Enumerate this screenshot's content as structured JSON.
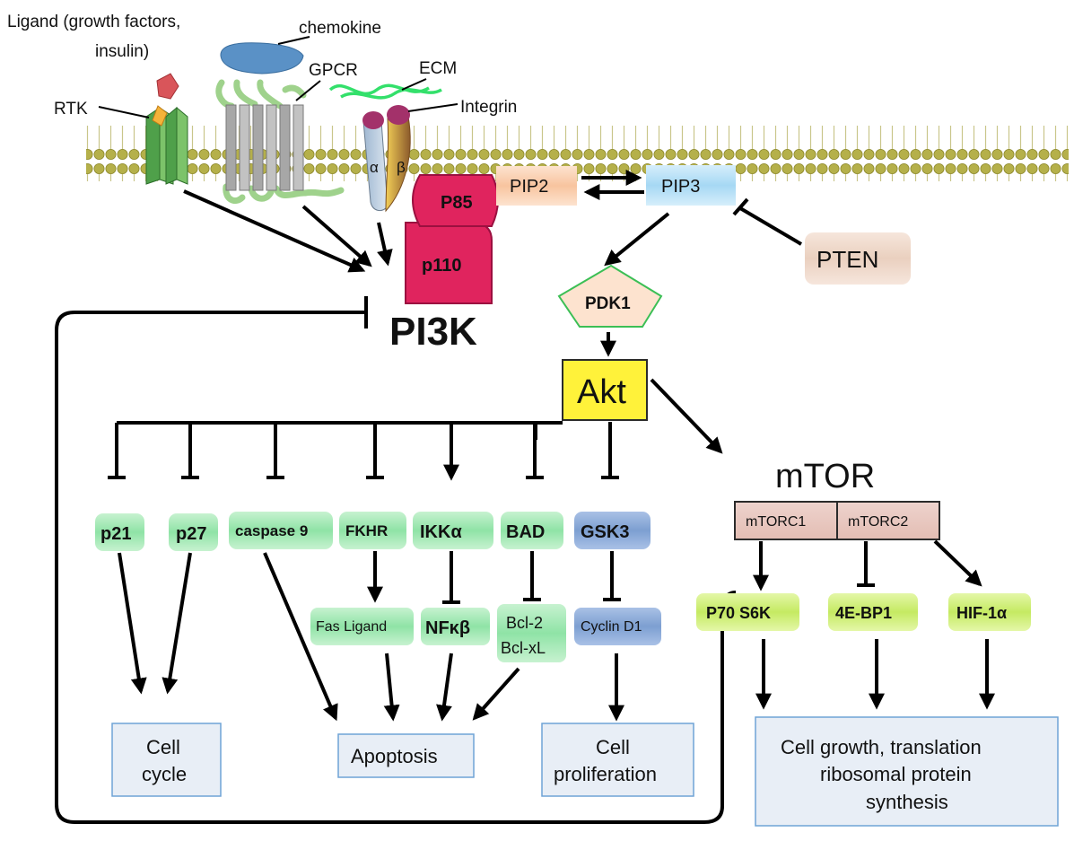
{
  "labels": {
    "ligand_line1": "Ligand (growth factors,",
    "ligand_line2": "insulin)",
    "rtk": "RTK",
    "chemokine": "chemokine",
    "gpcr": "GPCR",
    "ecm": "ECM",
    "integrin": "Integrin",
    "alpha": "α",
    "beta": "β"
  },
  "nodes": {
    "p85": "P85",
    "p110": "p110",
    "pi3k": "PI3K",
    "pip2": "PIP2",
    "pip3": "PIP3",
    "pten": "PTEN",
    "pdk1": "PDK1",
    "akt": "Akt",
    "mtor": "mTOR",
    "mtorc1": "mTORC1",
    "mtorc2": "mTORC2"
  },
  "akt_targets": [
    {
      "label": "p21",
      "effect": "inhibit"
    },
    {
      "label": "p27",
      "effect": "inhibit"
    },
    {
      "label": "caspase 9",
      "effect": "inhibit"
    },
    {
      "label": "FKHR",
      "effect": "inhibit"
    },
    {
      "label": "IKKα",
      "effect": "activate"
    },
    {
      "label": "BAD",
      "effect": "inhibit"
    },
    {
      "label": "GSK3",
      "effect": "inhibit"
    }
  ],
  "downstream": {
    "fas_ligand": "Fas Ligand",
    "nfkb": "NFκβ",
    "bcl2": "Bcl-2",
    "bclxl": "Bcl-xL",
    "cyclin_d1": "Cyclin D1",
    "p70s6k": "P70 S6K",
    "4ebp1": "4E-BP1",
    "hif1a": "HIF-1α"
  },
  "outcomes": {
    "cell_cycle_1": "Cell",
    "cell_cycle_2": "cycle",
    "apoptosis": "Apoptosis",
    "prolif_1": "Cell",
    "prolif_2": "proliferation",
    "growth_1": "Cell growth, translation",
    "growth_2": "ribosomal protein",
    "growth_3": "synthesis"
  },
  "colors": {
    "membrane": "#b5b04a",
    "green_node": "#8fe3a6",
    "blue_node": "#7d9fd1",
    "lime_node": "#c9ec6f",
    "pi3k": "#e0245e",
    "akt": "#fff23a",
    "outcome_fill": "#e8eef6",
    "outcome_border": "#6fa3d6"
  }
}
